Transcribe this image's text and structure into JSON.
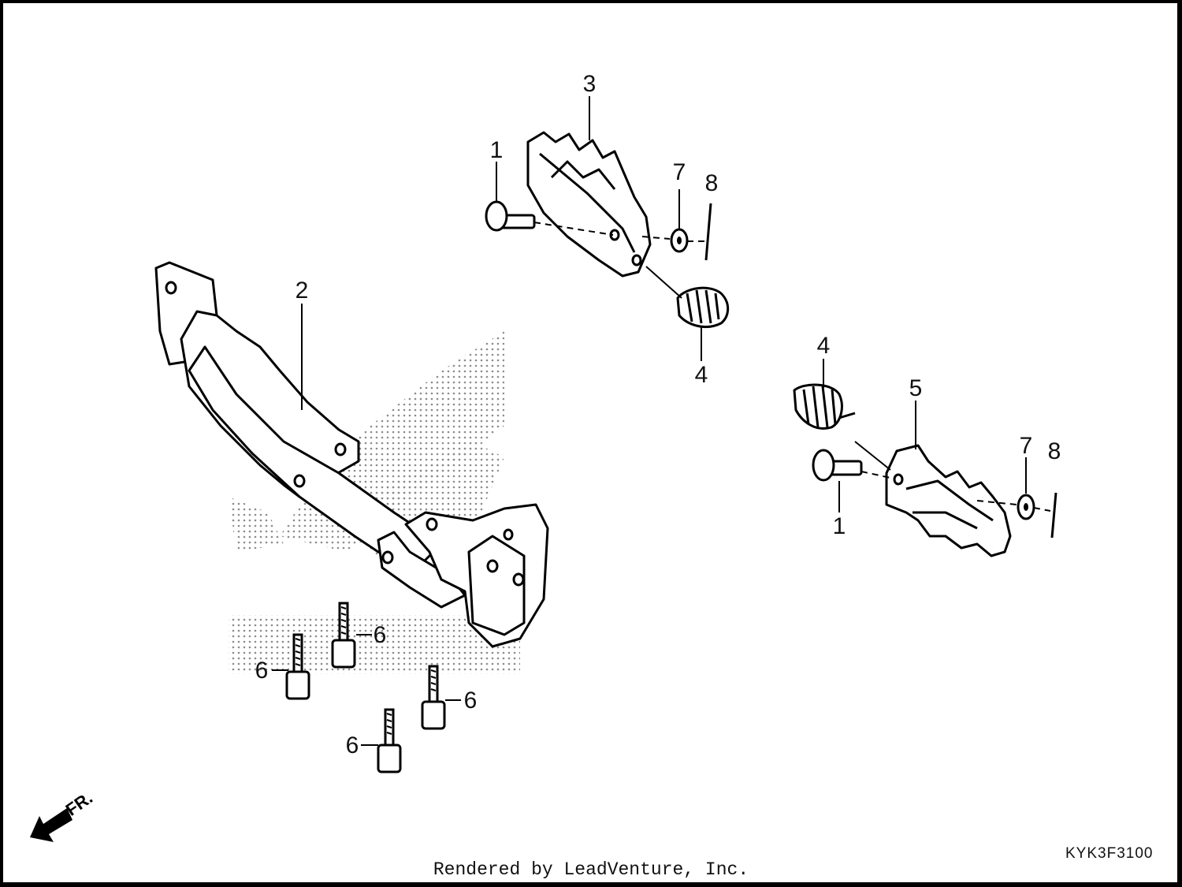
{
  "diagram": {
    "callouts": {
      "c1a": "1",
      "c1b": "1",
      "c2": "2",
      "c3": "3",
      "c4a": "4",
      "c4b": "4",
      "c5": "5",
      "c6a": "6",
      "c6b": "6",
      "c6c": "6",
      "c6d": "6",
      "c7a": "7",
      "c7b": "7",
      "c8a": "8",
      "c8b": "8"
    },
    "direction_label": "FR.",
    "figure_code": "KYK3F3100"
  },
  "footer": {
    "credit": "Rendered by LeadVenture, Inc."
  }
}
